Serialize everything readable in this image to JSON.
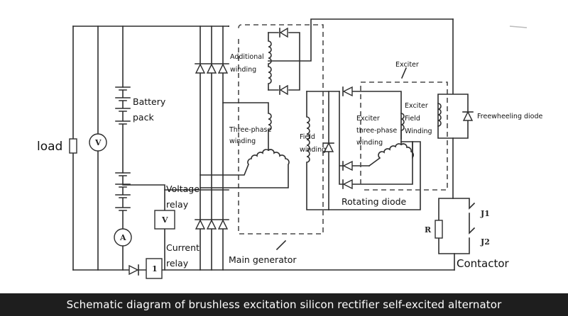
{
  "diagram": {
    "labels": {
      "load": "load",
      "voltmeter": "V",
      "ammeter": "A",
      "battery_line1": "Battery",
      "battery_line2": "pack",
      "voltage_relay_line1": "Voltage",
      "voltage_relay_line2": "relay",
      "voltage_relay_symbol": "V",
      "current_relay_line1": "Current",
      "current_relay_line2": "relay",
      "current_relay_symbol": "1",
      "additional_winding_line1": "Additional",
      "additional_winding_line2": "winding",
      "three_phase_line1": "Three-phase",
      "three_phase_line2": "winding",
      "field_winding_line1": "Field",
      "field_winding_line2": "winding",
      "exciter": "Exciter",
      "exciter_three_phase_line1": "Exciter",
      "exciter_three_phase_line2": "three-phase",
      "exciter_three_phase_line3": "winding",
      "exciter_field_line1": "Exciter",
      "exciter_field_line2": "Field",
      "exciter_field_line3": "Winding",
      "freewheeling_diode": "Freewheeling diode",
      "rotating_diode": "Rotating diode",
      "main_generator": "Main generator",
      "resistor": "R",
      "contact_j1": "J1",
      "contact_j2": "J2",
      "contactor": "Contactor"
    }
  },
  "caption": "Schematic diagram of brushless excitation silicon rectifier self-excited alternator"
}
